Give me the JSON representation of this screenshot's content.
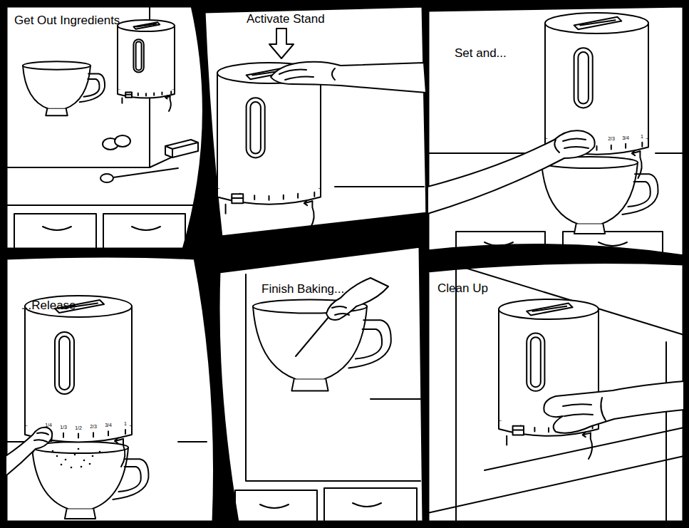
{
  "diagram": {
    "nodes": [
      {
        "text": [
          "Get Out Ingredients"
        ]
      },
      {
        "text": [
          "Activate Stand"
        ]
      },
      {
        "text": [
          "Set and..."
        ]
      },
      {
        "text": [
          "...Release"
        ]
      },
      {
        "text": [
          "Finish Baking..."
        ]
      },
      {
        "text": [
          "Clean Up"
        ]
      }
    ],
    "labels": [
      "2/3",
      "3/4",
      "1",
      "1/4",
      "1/3",
      "1/2",
      "2/3",
      "3/4",
      "1"
    ]
  }
}
